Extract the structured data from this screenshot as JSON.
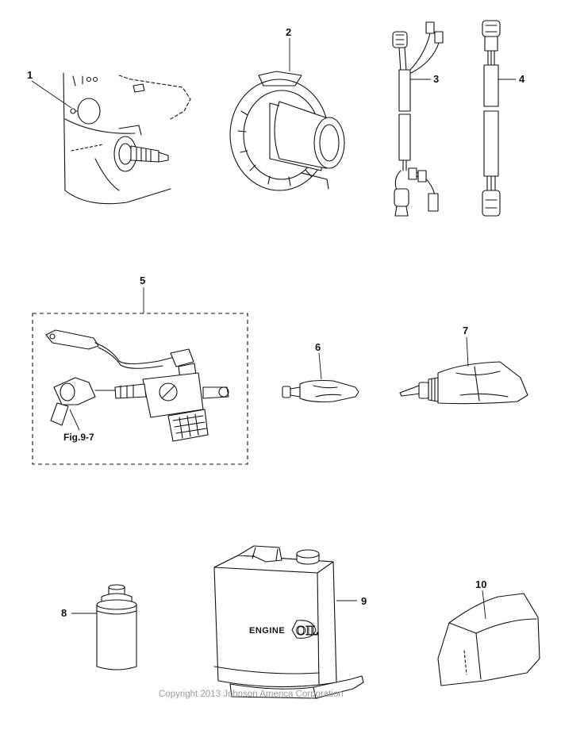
{
  "callouts": {
    "c1": "1",
    "c2": "2",
    "c3": "3",
    "c4": "4",
    "c5": "5",
    "c6": "6",
    "c7": "7",
    "c8": "8",
    "c9": "9",
    "c10": "10"
  },
  "figure_reference": "Fig.9-7",
  "container_label": {
    "engine": "ENGINE",
    "oil": "OIL"
  },
  "copyright": "Copyright 2013 Johnson America Corporation"
}
